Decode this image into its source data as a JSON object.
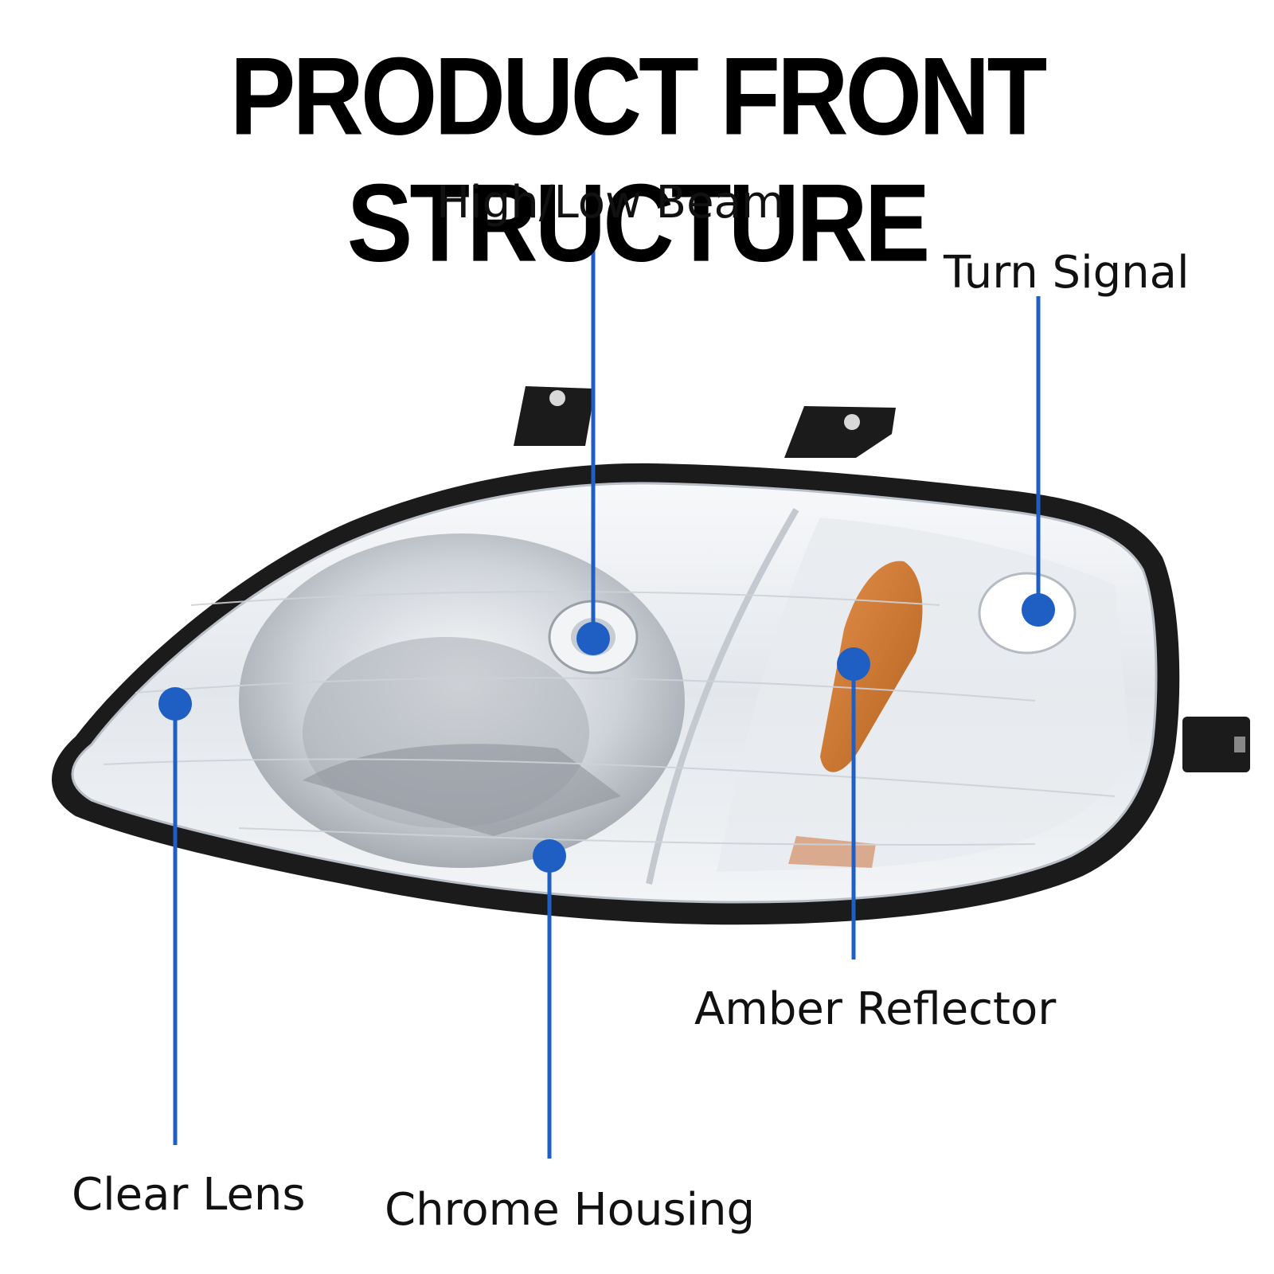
{
  "title": "PRODUCT FRONT STRUCTURE",
  "colors": {
    "callout": "#1f5fc4",
    "housing": "#1b1b1b",
    "lens": "#eef1f4",
    "amber": "#c9722a"
  },
  "callouts": {
    "high_low_beam": "High/Low Beam",
    "turn_signal": "Turn Signal",
    "amber_reflector": "Amber Reflector",
    "clear_lens": "Clear Lens",
    "chrome_housing": "Chrome Housing"
  }
}
